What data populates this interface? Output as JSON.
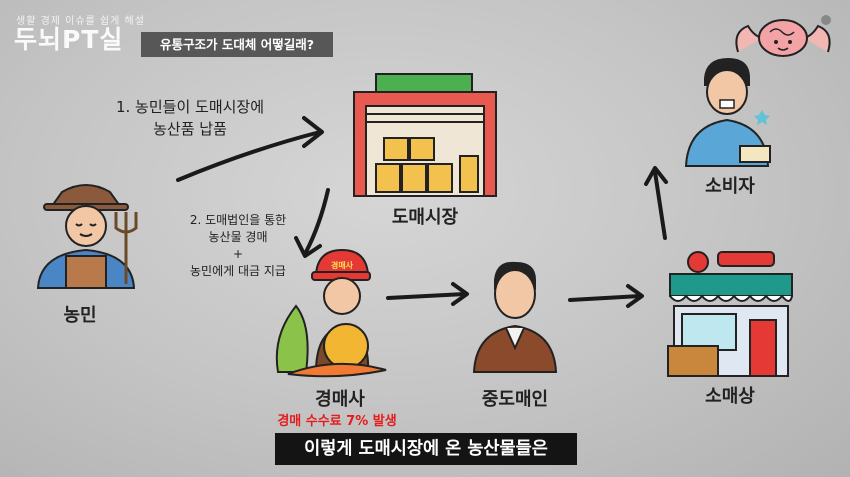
{
  "brand": {
    "subtitle": "생활 경제 이슈를 쉽게 해설",
    "logo": "두뇌PT실"
  },
  "topic": "유통구조가 도대체 어떻길래?",
  "steps": {
    "step1": "1. 농민들이 도매시장에\n농산품 납품",
    "step2": "2. 도매법인을 통한\n농산물 경매\n+\n농민에게 대금 지급"
  },
  "labels": {
    "farmer": "농민",
    "wholesale_market": "도매시장",
    "auctioneer": "경매사",
    "middleman": "중도매인",
    "retailer": "소매상",
    "consumer": "소비자"
  },
  "hat_text": "경매사",
  "fee_note": "경매 수수료 7% 발생",
  "caption": "이렇게 도매시장에 온 농산물들은",
  "colors": {
    "accent_red": "#e51c1c",
    "topic_bg": "#575757",
    "caption_bg": "#141414",
    "market_roof": "#4caf50",
    "market_body": "#e85a4f"
  }
}
